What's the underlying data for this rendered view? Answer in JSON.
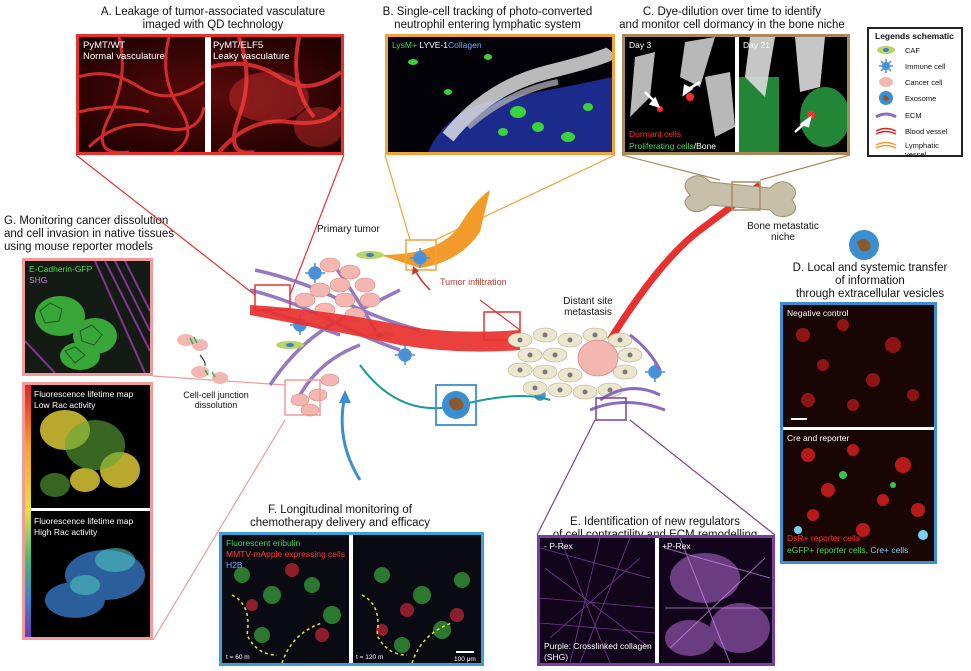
{
  "panelA": {
    "title_line1": "A. Leakage of tumor-associated vasculature",
    "title_line2": "imaged with QD technology",
    "left_label1": "PyMT/WT",
    "left_label2": "Normal vasculature",
    "right_label1": "PyMT/ELF5",
    "right_label2": "Leaky vasculature"
  },
  "panelB": {
    "title_line1": "B. Single-cell tracking of photo-converted",
    "title_line2": "neutrophil entering lymphatic system",
    "label_lysm": "LysM+",
    "label_lyve": "LYVE-1",
    "label_collagen": "Collagen"
  },
  "panelC": {
    "title_line1": "C. Dye-dilution over time to identify",
    "title_line2": "and monitor cell dormancy in the bone niche",
    "day3": "Day 3",
    "day21": "Day 21",
    "dormant": "Dormant cells",
    "proliferating": "Proliferating cells",
    "bone": "/Bone"
  },
  "legend": {
    "title": "Legends schematic",
    "items": [
      "CAF",
      "Immune cell",
      "Cancer cell",
      "Exosome",
      "ECM",
      "Blood vessel",
      "Lymphatic vessel"
    ]
  },
  "panelD": {
    "title_line1": "D. Local and systemic transfer",
    "title_line2": "of information",
    "title_line3": "through extracellular vesicles",
    "neg_control": "Negative control",
    "cre_reporter": "Cre and reporter",
    "dsr": "DsR+ reporter cells",
    "egfp": "eGFP+ reporter cells,",
    "cre_cells": "Cre+ cells"
  },
  "panelE": {
    "title_line1": "E. Identification of new regulators",
    "title_line2": "of cell contractility and ECM remodelling",
    "minus": "- P-Rex",
    "plus": "+P-Rex",
    "caption1": "Purple: Crosslinked collagen",
    "caption2": "(SHG)"
  },
  "panelF": {
    "title_line1": "F. Longitudinal monitoring of",
    "title_line2": "chemotherapy delivery and efficacy",
    "label1": "Fluorescent eribulin",
    "label2": "MMTV-mApple expressing cells",
    "label3": "H2B",
    "t1": "t = 60 m",
    "t2": "t = 120 m",
    "scale": "100 μm"
  },
  "panelG": {
    "title_line1": "G. Monitoring cancer dissolution",
    "title_line2": "and cell invasion in native tissues",
    "title_line3": "using mouse reporter models",
    "ecad": "E-Cadherin-GFP",
    "shg": "SHG",
    "flim1_a": "Fluorescence lifetime map",
    "flim1_b": "Low Rac activity",
    "flim2_a": "Fluorescence lifetime map",
    "flim2_b": "High Rac activity"
  },
  "schematic": {
    "primary_tumor": "Primary tumor",
    "tumor_infiltration": "Tumor infiltration",
    "distant_line1": "Distant site",
    "distant_line2": "metastasis",
    "bone_line1": "Bone metastatic",
    "bone_line2": "niche",
    "junction_line1": "Cell-cell junction",
    "junction_line2": "dissolution"
  },
  "colors": {
    "panelA_border": "#e8312f",
    "panelB_border": "#f4a23a",
    "panelC_border": "#a88a5e",
    "panelD_border": "#3b8ed0",
    "panelE_border": "#7b3fa0",
    "panelF_border": "#3aa0d6",
    "panelG_border": "#f29a9a"
  }
}
